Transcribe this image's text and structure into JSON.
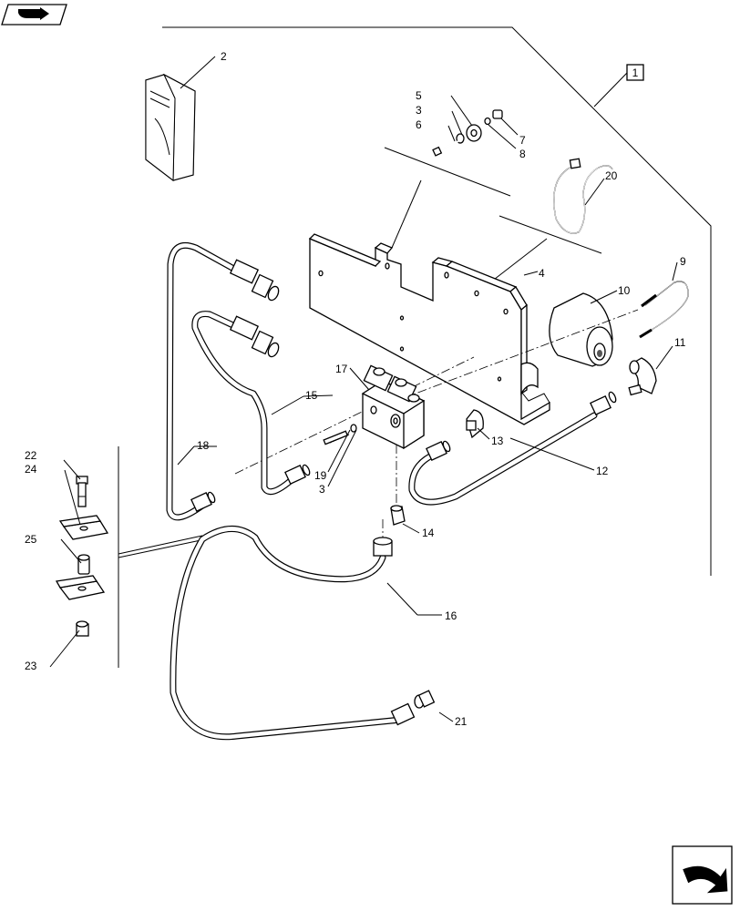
{
  "frame_label": "1",
  "callouts": {
    "c2": "2",
    "c5": "5",
    "c3a": "3",
    "c6": "6",
    "c7": "7",
    "c8": "8",
    "c20": "20",
    "c4": "4",
    "c9": "9",
    "c10": "10",
    "c11": "11",
    "c17": "17",
    "c15": "15",
    "c18": "18",
    "c12": "12",
    "c13": "13",
    "c19": "19",
    "c3b": "3",
    "c14": "14",
    "c22": "22",
    "c24": "24",
    "c25": "25",
    "c23": "23",
    "c16": "16",
    "c21": "21"
  },
  "icons": {
    "top_left": "book-arrow-icon",
    "bottom_right": "next-page-arrow-icon"
  }
}
